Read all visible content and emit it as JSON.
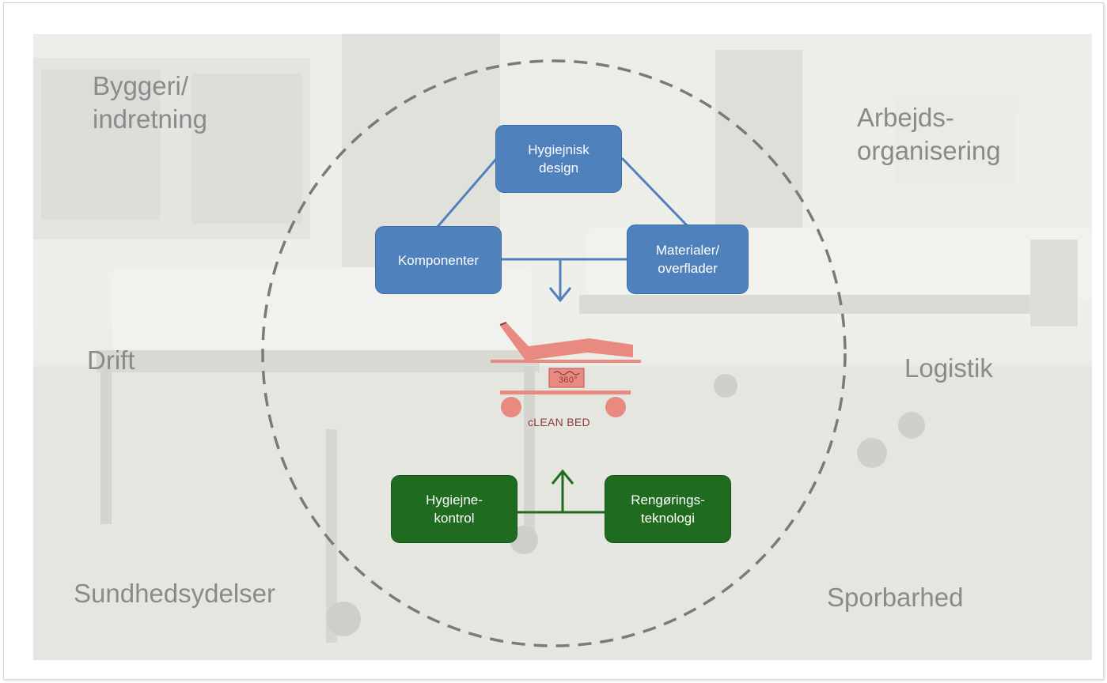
{
  "context_labels": {
    "top_left": "Byggeri/\nindretning",
    "top_right": "Arbejds-\norganisering",
    "mid_left": "Drift",
    "mid_right": "Logistik",
    "bottom_left": "Sundhedsydelser",
    "bottom_right": "Sporbarhed"
  },
  "design_boxes": {
    "top": "Hygiejnisk\ndesign",
    "left": "Komponenter",
    "right": "Materialer/\noverflader"
  },
  "cleaning_boxes": {
    "left": "Hygiejne-\nkontrol",
    "right": "Rengørings-\nteknologi"
  },
  "logo": {
    "name": "cLEAN BED",
    "wash_symbol": "360°"
  },
  "colors": {
    "blue": "#4f81bd",
    "green": "#1f6b20",
    "logo": "#e88a80",
    "context_text": "#8a8a8a"
  }
}
